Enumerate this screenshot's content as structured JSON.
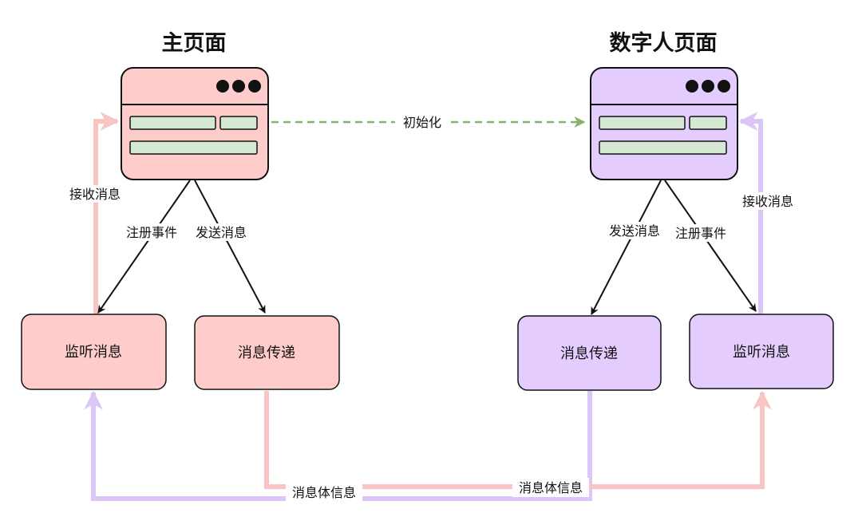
{
  "main_page": {
    "title": "主页面",
    "listen_box": "监听消息",
    "deliver_box": "消息传递",
    "register_label": "注册事件",
    "send_label": "发送消息",
    "receive_label": "接收消息"
  },
  "digital_page": {
    "title": "数字人页面",
    "deliver_box": "消息传递",
    "listen_box": "监听消息",
    "send_label": "发送消息",
    "register_label": "注册事件",
    "receive_label": "接收消息"
  },
  "init_label": "初始化",
  "bottom_left_label": "消息体信息",
  "bottom_right_label": "消息体信息",
  "colors": {
    "pink_fill": "#ffcccc",
    "pink_arrow": "#f8c4c4",
    "purple_fill": "#e5ccff",
    "purple_arrow": "#dcc6f7",
    "green_bar": "#d5e8d4",
    "green_dash": "#82b366",
    "dark": "#111111"
  }
}
